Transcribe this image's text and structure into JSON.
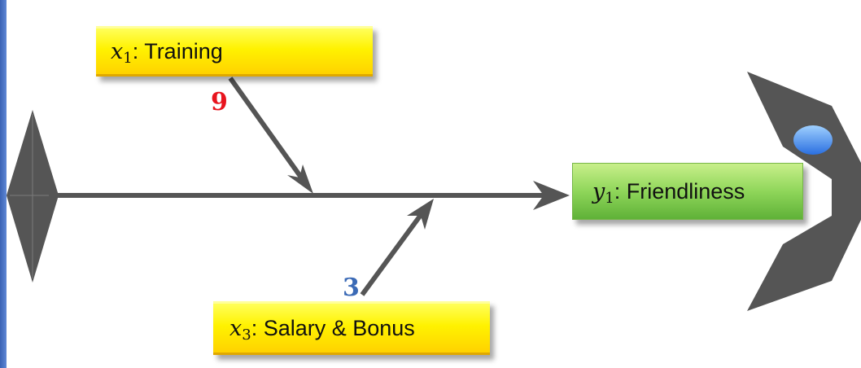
{
  "effect": {
    "var": "y",
    "sub": "1",
    "label": ": Friendliness"
  },
  "causes": [
    {
      "var": "x",
      "sub": "1",
      "label": ": Training",
      "weight": "9"
    },
    {
      "var": "x",
      "sub": "3",
      "label": ": Salary & Bonus",
      "weight": "3"
    }
  ],
  "colors": {
    "spine": "#555555",
    "fish": "#555555",
    "cause_box": "#ffee00",
    "effect_box": "#8fd65a",
    "weight_training": "#e8141e",
    "weight_salary": "#3b6ab6",
    "eye": "#3a86ec",
    "edge": "#3a62b4"
  }
}
